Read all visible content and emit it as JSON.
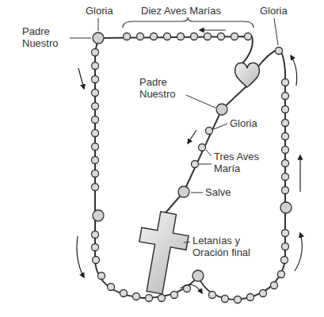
{
  "diagram": {
    "labels": [
      "Gloria",
      "Diez Aves Marías",
      "Gloria",
      "Padre Nuestro",
      "Padre Nuestro",
      "Gloria",
      "Tres Aves María",
      "Salve",
      "Letanías y Oración final"
    ]
  }
}
